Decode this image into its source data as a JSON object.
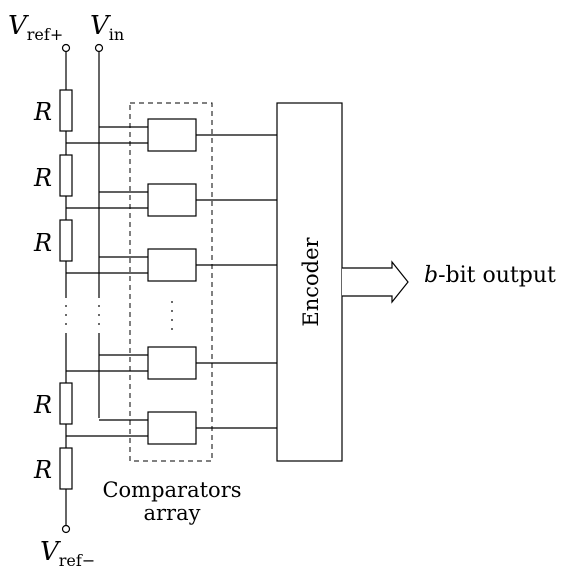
{
  "labels": {
    "vref_plus_main": "V",
    "vref_plus_sub": "ref+",
    "vin_main": "V",
    "vin_sub": "in",
    "vref_minus_main": "V",
    "vref_minus_sub": "ref−",
    "resistor": "R",
    "encoder": "Encoder",
    "output_var": "b",
    "output_text": "-bit output",
    "comparators_line1": "Comparators",
    "comparators_line2": "array"
  }
}
